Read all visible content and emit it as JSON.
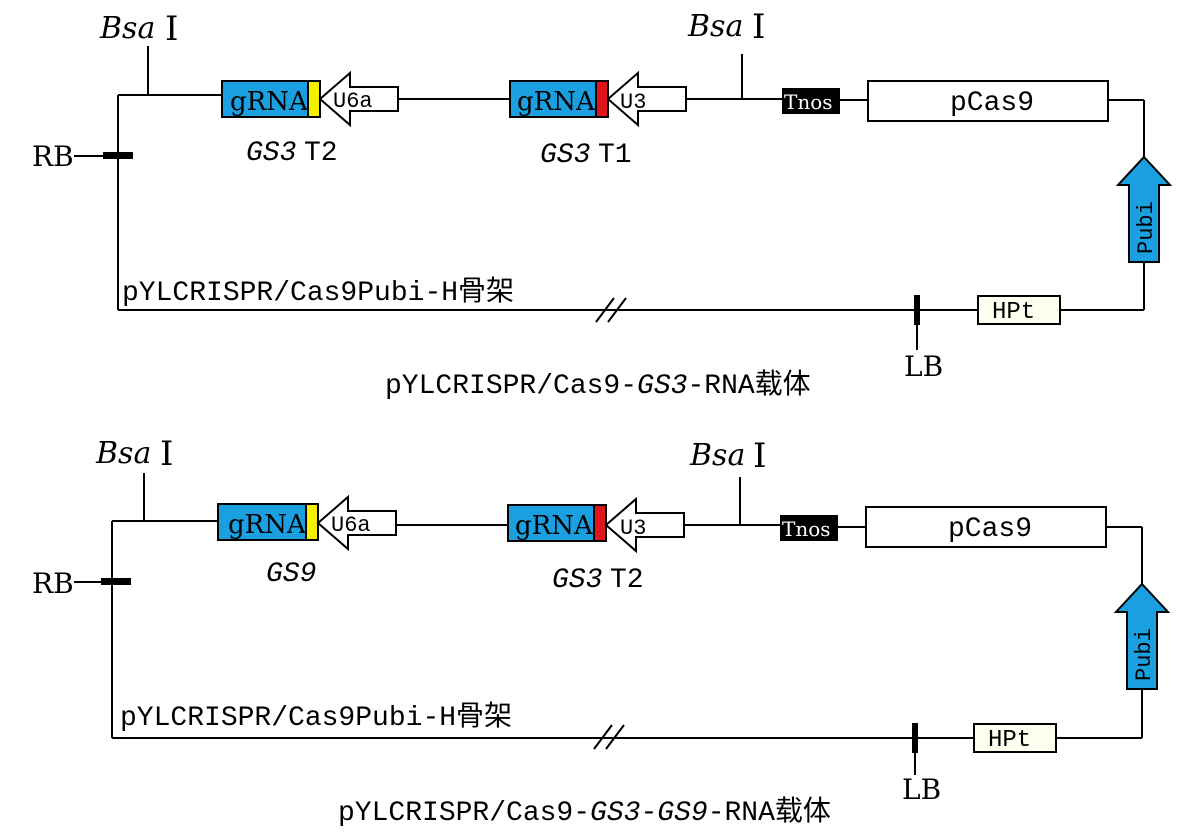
{
  "colors": {
    "grna_fill": "#1aa0e0",
    "t_yellow": "#f4f000",
    "t_red": "#e0141c",
    "tnos_fill": "#000000",
    "hpt_fill": "#fffff0",
    "pubi_fill": "#1aa0e0"
  },
  "diagrams": [
    {
      "enzyme_left": {
        "italic": "Bsa",
        "roman": "I"
      },
      "enzyme_right": {
        "italic": "Bsa",
        "roman": "I"
      },
      "rb": "RB",
      "lb": "LB",
      "grna1": "gRNA",
      "promoter1": "U6a",
      "target1": {
        "italic": "GS3",
        "roman": "T2"
      },
      "grna2": "gRNA",
      "promoter2": "U3",
      "target2": {
        "italic": "GS3",
        "roman": "T1"
      },
      "tnos": "Tnos",
      "pcas9": "pCas9",
      "pubi": "Pubi",
      "hpt": "HPt",
      "backbone": "pYLCRISPR/Cas9Pubi-H骨架",
      "caption": {
        "a": "pYLCRISPR/Cas9-",
        "b": "GS3",
        "c": "-RNA载体"
      }
    },
    {
      "enzyme_left": {
        "italic": "Bsa",
        "roman": "I"
      },
      "enzyme_right": {
        "italic": "Bsa",
        "roman": "I"
      },
      "rb": "RB",
      "lb": "LB",
      "grna1": "gRNA",
      "promoter1": "U6a",
      "target1": {
        "italic": "GS9",
        "roman": ""
      },
      "grna2": "gRNA",
      "promoter2": "U3",
      "target2": {
        "italic": "GS3",
        "roman": "T2"
      },
      "tnos": "Tnos",
      "pcas9": "pCas9",
      "pubi": "Pubi",
      "hpt": "HPt",
      "backbone": "pYLCRISPR/Cas9Pubi-H骨架",
      "caption": {
        "a": "pYLCRISPR/Cas9-",
        "b": "GS3",
        "c": "-",
        "d": "GS9",
        "e": "-RNA载体"
      }
    }
  ]
}
